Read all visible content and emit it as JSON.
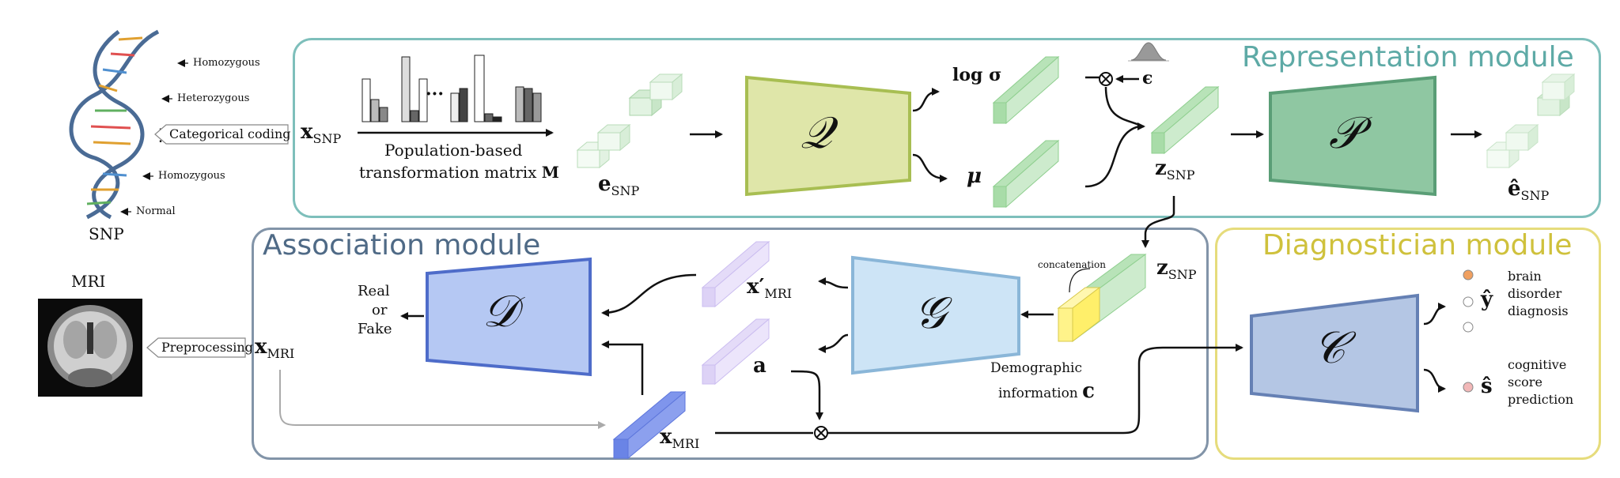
{
  "modules": {
    "representation": {
      "title": "Representation module",
      "color": "#7ebfbb"
    },
    "association": {
      "title": "Association module",
      "color": "#4f6a86"
    },
    "diagnostician": {
      "title": "Diagnostician module",
      "color": "#d9cc55"
    }
  },
  "snp": {
    "caption": "SNP",
    "annotations": [
      "Homozygous",
      "Heterozygous",
      "Homozygous",
      "Normal"
    ],
    "coding_tag": "Categorical coding"
  },
  "mri": {
    "caption": "MRI",
    "preprocess_tag": "Preprocessing"
  },
  "labels": {
    "x_snp_base": "x",
    "x_snp_sub": "SNP",
    "transform_line1": "Population-based",
    "transform_line2": "transformation matrix",
    "transform_sym": "M",
    "dots": "···",
    "e_snp_base": "e",
    "e_snp_sub": "SNP",
    "log_sigma": "log σ",
    "mu": "μ",
    "epsilon": "ϵ",
    "z_snp_base": "z",
    "z_snp_sub": "SNP",
    "e_hat_base": "ê",
    "e_hat_sub": "SNP",
    "real_or_fake": [
      "Real",
      "or",
      "Fake"
    ],
    "x_mri_base": "x",
    "x_mri_sub": "MRI",
    "x_prime_base": "x′",
    "x_prime_sub": "MRI",
    "a": "a",
    "concatenation": "concatenation",
    "demo_line1": "Demographic",
    "demo_line2": "information",
    "demo_sym": "c",
    "y_hat": "ŷ",
    "s_hat": "ŝ",
    "diag_text": [
      "brain",
      "disorder",
      "diagnosis"
    ],
    "cog_text": [
      "cognitive",
      "score",
      "prediction"
    ],
    "otimes": "⊗"
  },
  "networks": {
    "Q": "𝒬",
    "P": "𝒫",
    "G": "𝒢",
    "D": "𝒟",
    "C": "𝒞"
  }
}
